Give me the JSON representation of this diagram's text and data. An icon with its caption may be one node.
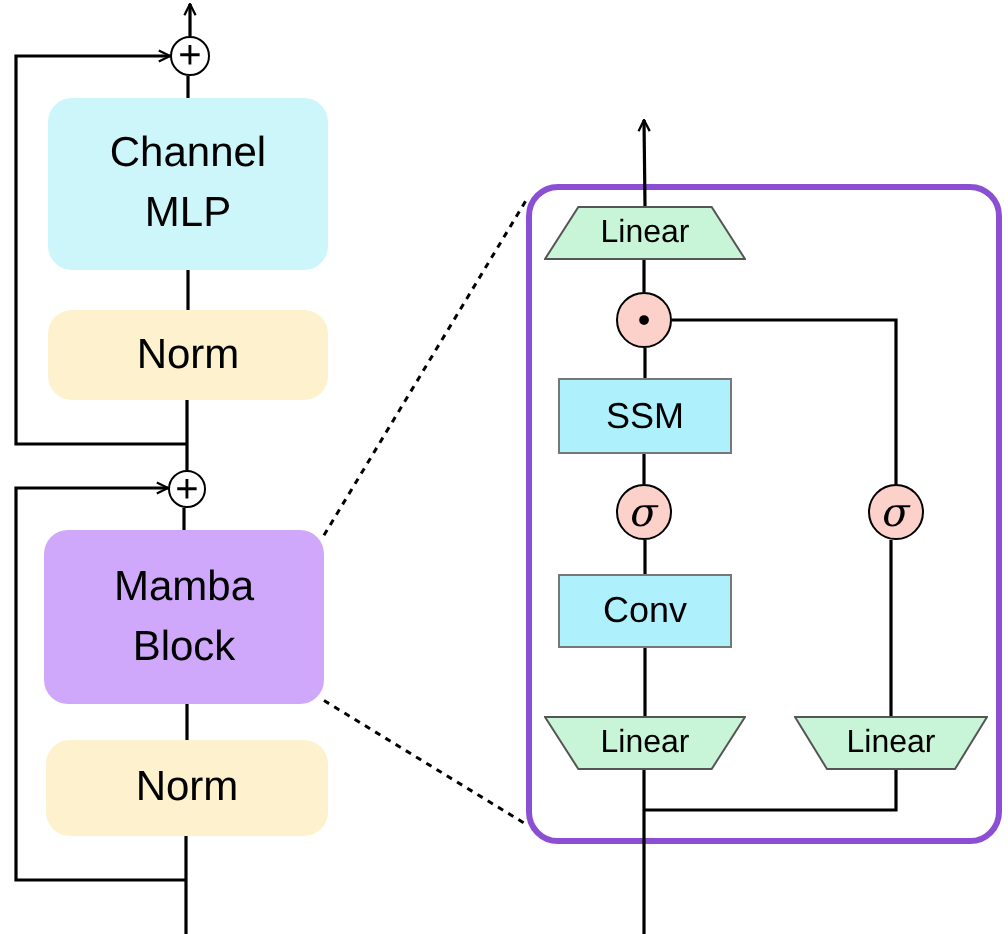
{
  "diagram": {
    "nodes": [
      {
        "text": [
          "+"
        ]
      },
      {
        "text": [
          "Channel MLP"
        ]
      },
      {
        "text": [
          "Norm"
        ]
      },
      {
        "text": [
          "+"
        ]
      },
      {
        "text": [
          "Mamba Block"
        ]
      },
      {
        "text": [
          "Norm"
        ]
      },
      {
        "text": [],
        "shape": "box"
      },
      {
        "text": [
          "Linear"
        ],
        "in": 6
      },
      {
        "text": [
          "•"
        ],
        "in": 6
      },
      {
        "text": [
          "SSM"
        ],
        "in": 6
      },
      {
        "text": [
          "σ"
        ],
        "in": 6
      },
      {
        "text": [
          "Conv"
        ],
        "in": 6
      },
      {
        "text": [
          "Linear"
        ],
        "in": 6
      },
      {
        "text": [
          "σ"
        ],
        "in": 6
      },
      {
        "text": [
          "Linear"
        ],
        "in": 6
      }
    ],
    "edges": [
      {
        "from": null,
        "to": 5,
        "arrow": "none"
      },
      {
        "from": 5,
        "to": 4,
        "arrow": "none"
      },
      {
        "from": 4,
        "to": 3,
        "arrow": "none"
      },
      {
        "from": 3,
        "to": 2,
        "arrow": "none"
      },
      {
        "from": 2,
        "to": 1,
        "arrow": "none"
      },
      {
        "from": 1,
        "to": 0,
        "arrow": "none"
      },
      {
        "from": 0,
        "to": null,
        "arrow": "to"
      },
      {
        "from": null,
        "to": 3,
        "arrow": "to"
      },
      {
        "from": null,
        "to": 0,
        "arrow": "to"
      },
      {
        "from": 4,
        "to": 6,
        "arrow": "none",
        "style": "dashed"
      },
      {
        "from": 4,
        "to": 6,
        "arrow": "none",
        "style": "dashed"
      },
      {
        "from": null,
        "to": 12,
        "arrow": "none"
      },
      {
        "from": null,
        "to": 14,
        "arrow": "none"
      },
      {
        "from": 12,
        "to": 11,
        "arrow": "none"
      },
      {
        "from": 11,
        "to": 10,
        "arrow": "none"
      },
      {
        "from": 10,
        "to": 9,
        "arrow": "none"
      },
      {
        "from": 9,
        "to": 8,
        "arrow": "none"
      },
      {
        "from": 8,
        "to": 7,
        "arrow": "none"
      },
      {
        "from": 7,
        "to": null,
        "arrow": "to"
      },
      {
        "from": 14,
        "to": 13,
        "arrow": "none"
      },
      {
        "from": 13,
        "to": 8,
        "arrow": "none"
      }
    ]
  }
}
